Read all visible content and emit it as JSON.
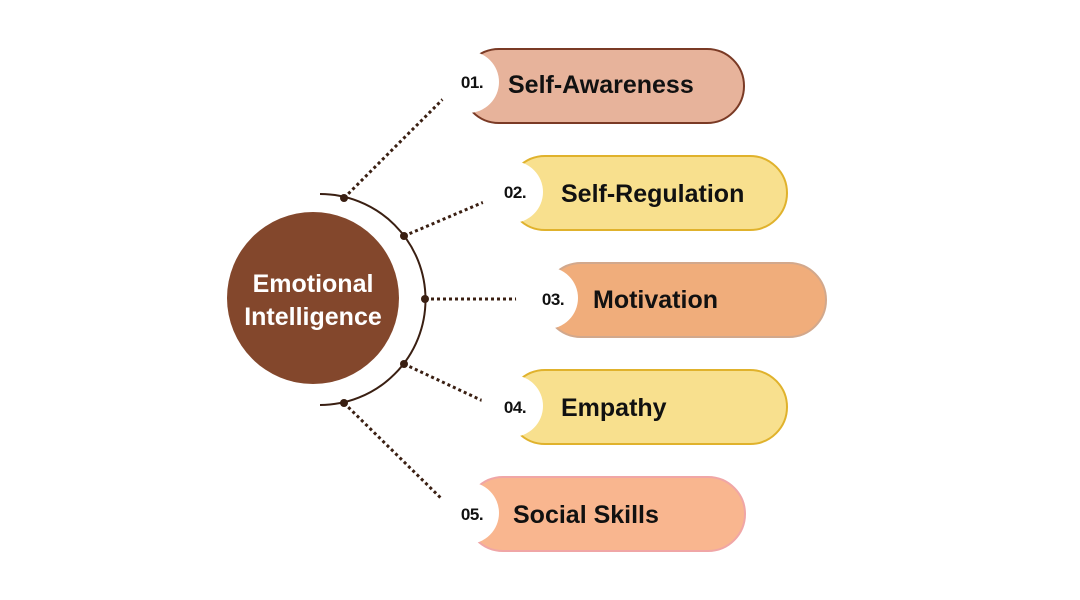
{
  "center": {
    "line1": "Emotional",
    "line2": "Intelligence",
    "color": "#83472c"
  },
  "items": [
    {
      "number": "01.",
      "label": "Self-Awareness",
      "fill": "#e7b39b",
      "stroke": "#7a3a25"
    },
    {
      "number": "02.",
      "label": "Self-Regulation",
      "fill": "#f8e08e",
      "stroke": "#e0b22c"
    },
    {
      "number": "03.",
      "label": "Motivation",
      "fill": "#f0ad7b",
      "stroke": "#d2a88c"
    },
    {
      "number": "04.",
      "label": "Empathy",
      "fill": "#f8e08e",
      "stroke": "#e0b22c"
    },
    {
      "number": "05.",
      "label": "Social Skills",
      "fill": "#f9b68f",
      "stroke": "#f0a6a6"
    }
  ],
  "colors": {
    "connector": "#3a1f12",
    "badge": "#ffffff"
  }
}
